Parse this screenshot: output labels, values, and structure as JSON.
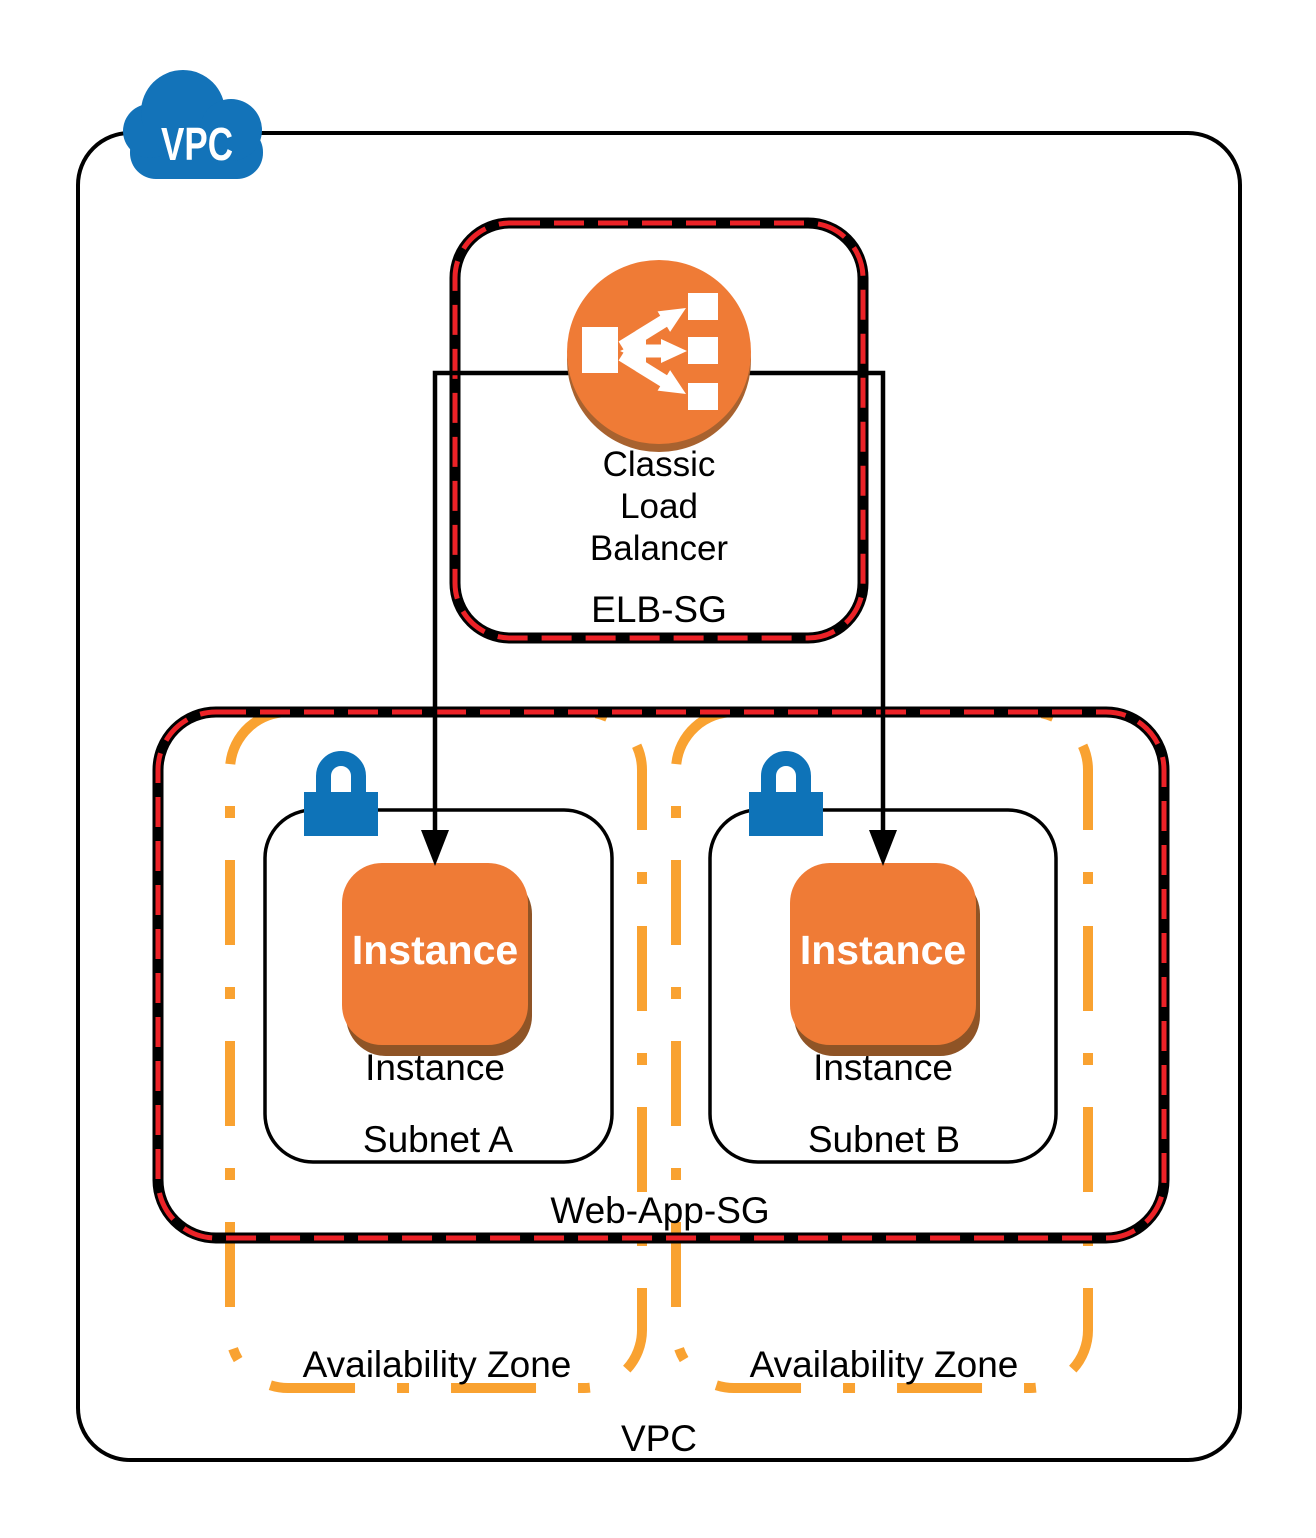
{
  "vpc": {
    "cloud_icon_label": "VPC",
    "boundary_label": "VPC"
  },
  "elb_security_group": {
    "label": "ELB-SG",
    "load_balancer": {
      "name_lines": [
        "Classic",
        "Load",
        "Balancer"
      ]
    }
  },
  "web_app_security_group": {
    "label": "Web-App-SG"
  },
  "availability_zones": [
    {
      "label": "Availability Zone"
    },
    {
      "label": "Availability Zone"
    }
  ],
  "subnets": [
    {
      "label": "Subnet A",
      "instance": {
        "icon_text": "Instance",
        "caption": "Instance"
      }
    },
    {
      "label": "Subnet B",
      "instance": {
        "icon_text": "Instance",
        "caption": "Instance"
      }
    }
  ],
  "colors": {
    "aws_orange": "#EF7B36",
    "clb_shadow_brown": "#A8622F",
    "instance_shadow_brown": "#8F5426",
    "security_group_red": "#EC2227",
    "availability_zone_orange": "#F9A231",
    "lock_blue": "#0E73B8",
    "vpc_cloud_blue": "#1373B9",
    "line_black": "#000000"
  }
}
